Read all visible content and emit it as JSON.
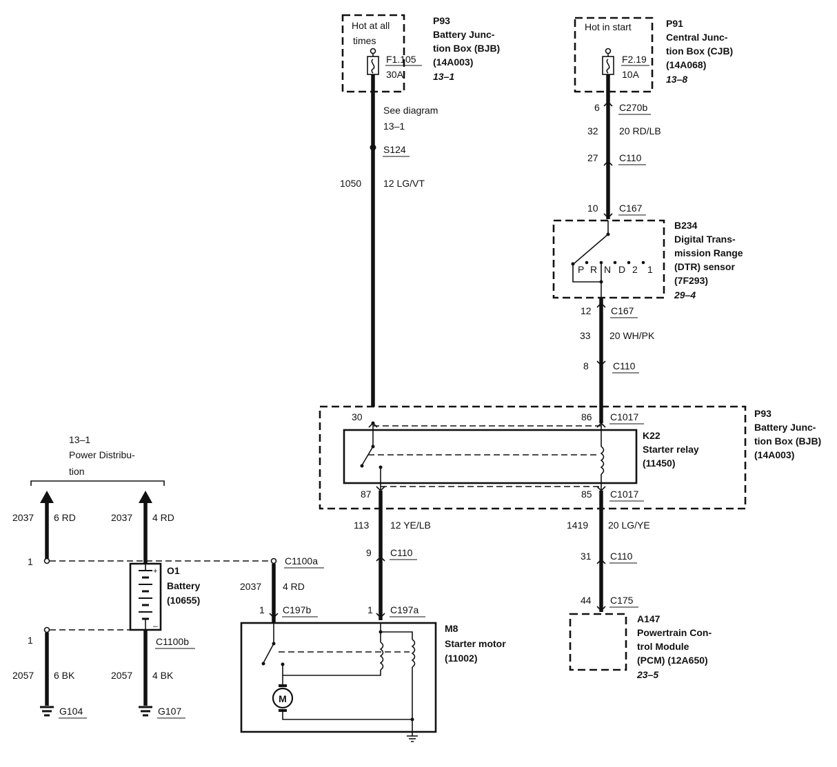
{
  "components": {
    "p93_top": {
      "ref": "P93",
      "line1": "Battery Junc-",
      "line2": "tion Box (BJB)",
      "line3": "(14A003)",
      "page": "13–1",
      "note1": "Hot at all",
      "note2": "times",
      "fuse": "F1.105",
      "rating": "30A"
    },
    "p91": {
      "ref": "P91",
      "line1": "Central Junc-",
      "line2": "tion Box (CJB)",
      "line3": "(14A068)",
      "page": "13–8",
      "note1": "Hot in start",
      "fuse": "F2.19",
      "rating": "10A"
    },
    "b234": {
      "ref": "B234",
      "line1": "Digital Trans-",
      "line2": "mission Range",
      "line3": "(DTR) sensor",
      "line4": "(7F293)",
      "page": "29–4",
      "positions": [
        "P",
        "R",
        "N",
        "D",
        "2",
        "1"
      ]
    },
    "p93_relay_box": {
      "ref": "P93",
      "line1": "Battery Junc-",
      "line2": "tion Box (BJB)",
      "line3": "(14A003)"
    },
    "k22": {
      "ref": "K22",
      "line1": "Starter relay",
      "line2": "(11450)"
    },
    "o1": {
      "ref": "O1",
      "line1": "Battery",
      "line2": "(10655)"
    },
    "m8": {
      "ref": "M8",
      "line1": "Starter motor",
      "line2": "(11002)",
      "motor_symbol": "M"
    },
    "a147": {
      "ref": "A147",
      "line1": "Powertrain Con-",
      "line2": "trol Module",
      "line3": "(PCM) (12A650)",
      "page": "23–5"
    },
    "power_dist": {
      "line1": "13–1",
      "line2": "Power Distribu-",
      "line3": "tion"
    }
  },
  "left_wire": {
    "see1": "See diagram",
    "see2": "13–1",
    "splice": "S124",
    "circuit": "1050",
    "gauge": "12 LG/VT"
  },
  "right_wire": {
    "pin_c270b": "6",
    "c270b": "C270b",
    "circuit_top": "32",
    "gauge_top": "20 RD/LB",
    "pin_c110a": "27",
    "c110a": "C110",
    "pin_c167a": "10",
    "c167a": "C167",
    "pin_c167b": "12",
    "c167b": "C167",
    "circuit_mid": "33",
    "gauge_mid": "20 WH/PK",
    "pin_c110b": "8",
    "c110b": "C110"
  },
  "relay_pins": {
    "pin30": "30",
    "pin86": "86",
    "c1017_top": "C1017",
    "pin87": "87",
    "pin85": "85",
    "c1017_bot": "C1017"
  },
  "lower_left_wire": {
    "circuit": "113",
    "gauge": "12 YE/LB",
    "pin_c110": "9",
    "c110": "C110",
    "pin_c197a": "1",
    "c197a": "C197a"
  },
  "lower_right_wire": {
    "circuit": "1419",
    "gauge": "20 LG/YE",
    "pin_c110": "31",
    "c110": "C110",
    "pin_c175": "44",
    "c175": "C175"
  },
  "battery_wires": {
    "c1": "2037",
    "g1": "6 RD",
    "c2": "2037",
    "g2": "4 RD",
    "pin_left_top": "1",
    "c1100a": "C1100a",
    "c3": "2037",
    "g3": "4 RD",
    "pin_c197b": "1",
    "c197b": "C197b",
    "pin_left_bot": "1",
    "c1100b": "C1100b",
    "c4": "2057",
    "g4": "6 BK",
    "c5": "2057",
    "g5": "4 BK",
    "gnd1": "G104",
    "gnd2": "G107"
  }
}
